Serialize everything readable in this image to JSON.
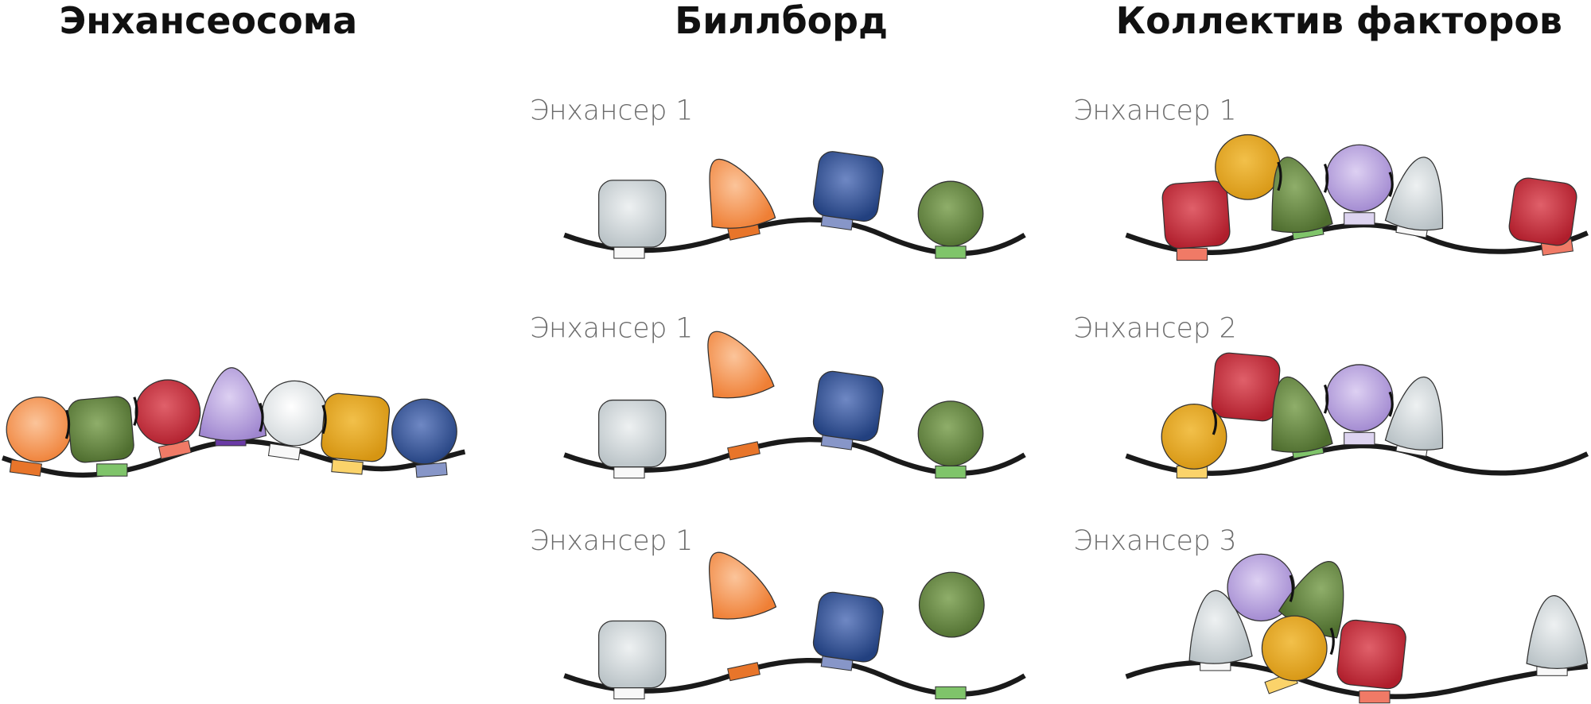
{
  "columns": {
    "enhanceosome": {
      "title": "Энхансеосома"
    },
    "billboard": {
      "title": "Биллборд",
      "rows": [
        "Энхансер 1",
        "Энхансер 1",
        "Энхансер 1"
      ]
    },
    "collective": {
      "title": "Коллектив факторов",
      "rows": [
        "Энхансер 1",
        "Энхансер 2",
        "Энхансер 3"
      ]
    }
  },
  "palette": {
    "orange": [
      "#fbc49a",
      "#ef7f35"
    ],
    "green": [
      "#8fae6a",
      "#4f6e2f"
    ],
    "red": [
      "#e0606a",
      "#b01e2c"
    ],
    "purple": [
      "#ddd0f2",
      "#9f86cf"
    ],
    "white": [
      "#ffffff",
      "#cfd5d8"
    ],
    "grey": [
      "#eef1f2",
      "#b9c2c6"
    ],
    "gold": [
      "#f2c04a",
      "#d69512"
    ],
    "navy": [
      "#6f88c4",
      "#22407f"
    ],
    "tab_orange": "#e8752a",
    "tab_green": "#7fc46a",
    "tab_salmon": "#f07a66",
    "tab_purple": "#6a3aa6",
    "tab_white": "#f8f8f8",
    "tab_yellow": "#fbd36a",
    "tab_blue": "#8796c8",
    "tab_lavender": "#ddd4f0",
    "dna": "#1a1a1a"
  }
}
